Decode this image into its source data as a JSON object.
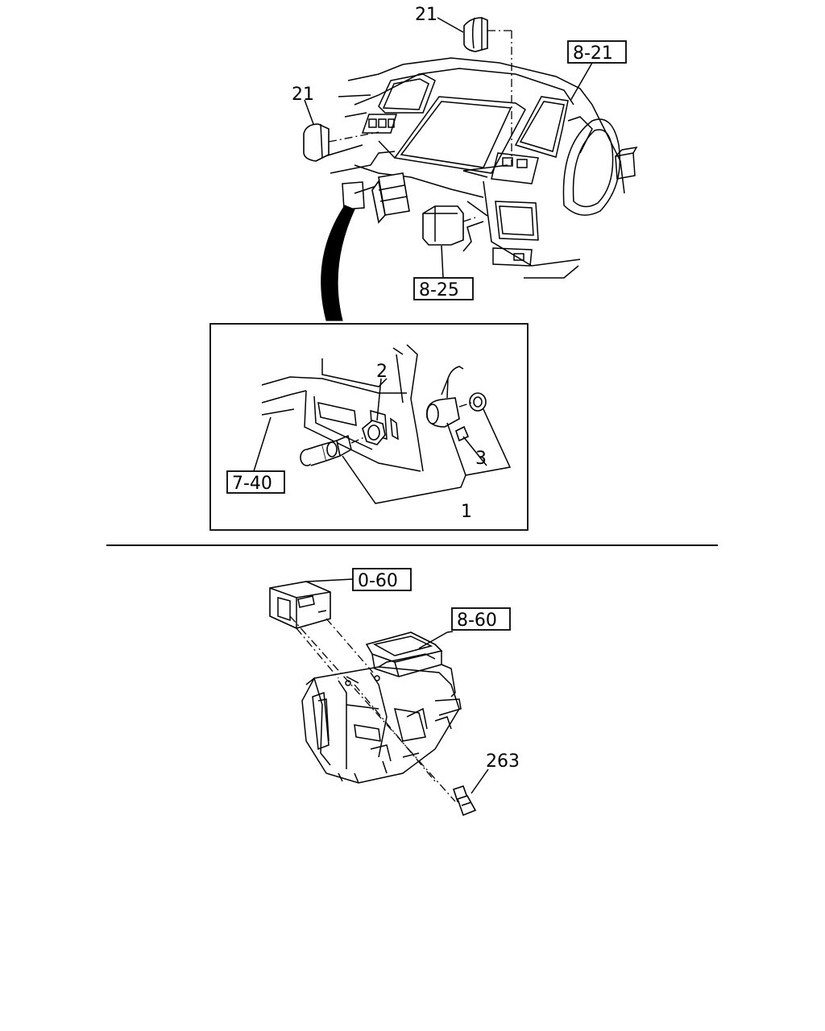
{
  "callouts": {
    "part_21_top": "21",
    "part_21_left": "21",
    "ref_8_21": "8-21",
    "ref_8_25": "8-25",
    "part_2": "2",
    "part_3": "3",
    "part_1": "1",
    "ref_7_40": "7-40",
    "ref_0_60": "0-60",
    "ref_8_60": "8-60",
    "part_263": "263"
  }
}
